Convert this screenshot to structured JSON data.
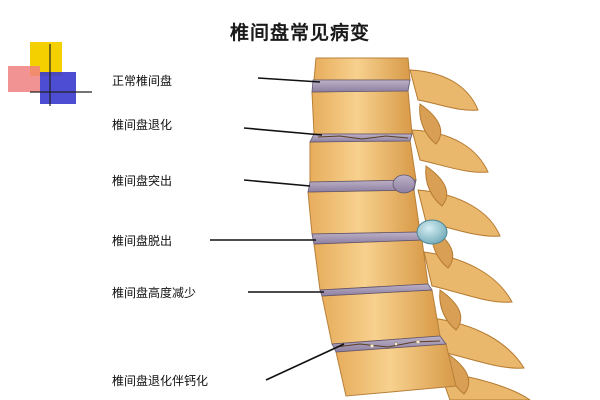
{
  "title": "椎间盘常见病变",
  "colors": {
    "bone": "#f2c47a",
    "bone_shadow": "#c98d3c",
    "disc": "#a89bb5",
    "disc_dark": "#6f6580",
    "herniation": "#8fc3cf",
    "leader_line": "#111111",
    "logo_yellow": "#f5d000",
    "logo_red": "#f08080",
    "logo_blue": "#3a3acf"
  },
  "labels": [
    {
      "id": "normal",
      "text": "正常椎间盘"
    },
    {
      "id": "degeneration",
      "text": "椎间盘退化"
    },
    {
      "id": "protrusion",
      "text": "椎间盘突出"
    },
    {
      "id": "prolapse",
      "text": "椎间盘脱出"
    },
    {
      "id": "height-loss",
      "text": "椎间盘高度减少"
    },
    {
      "id": "calcification",
      "text": "椎间盘退化伴钙化"
    }
  ]
}
